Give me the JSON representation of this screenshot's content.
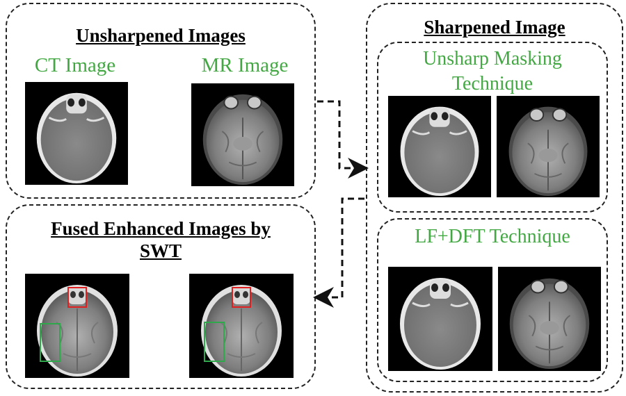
{
  "unsharpened": {
    "title": "Unsharpened Images",
    "ct_label": "CT Image",
    "mr_label": "MR Image"
  },
  "sharpened": {
    "title": "Sharpened Image",
    "unsharp_label_line1": "Unsharp Masking",
    "unsharp_label_line2": "Technique",
    "lf_label": "LF+DFT Technique"
  },
  "fused": {
    "title_line1": "Fused Enhanced Images by",
    "title_line2": "SWT"
  },
  "colors": {
    "label_green": "#43a843",
    "highlight_red": "#e02020",
    "highlight_green": "#2ea84a"
  }
}
